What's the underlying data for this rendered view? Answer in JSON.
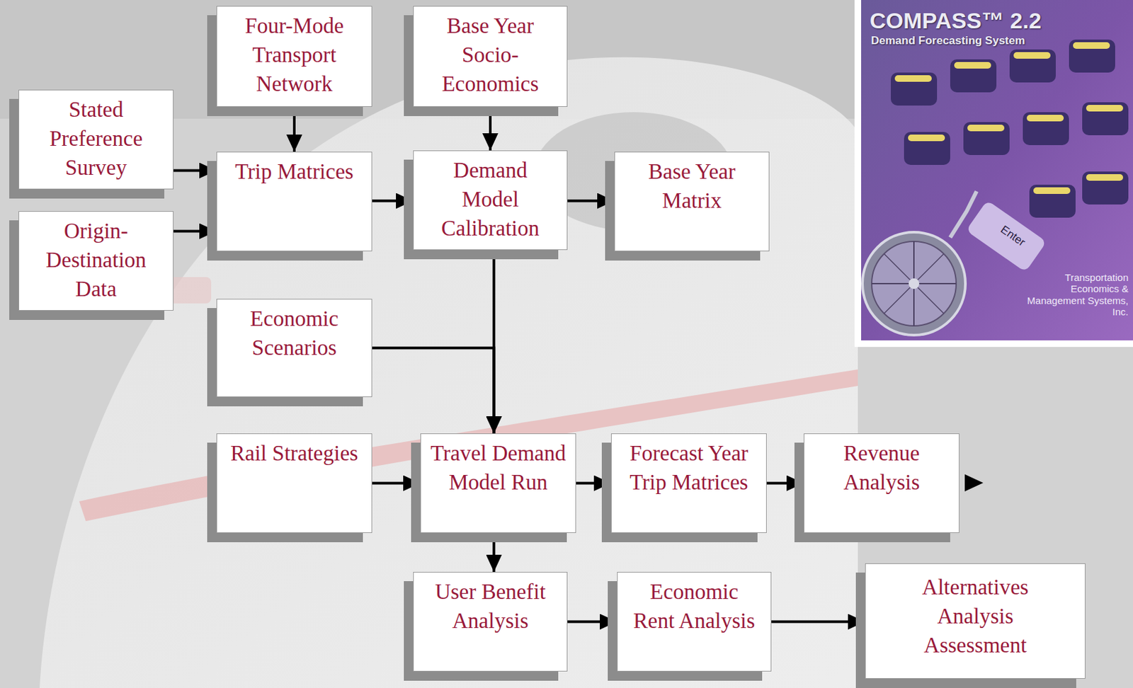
{
  "diagram": {
    "nodes": [
      {
        "text": [
          "Four-Mode Transport Network"
        ]
      },
      {
        "text": [
          "Base Year Socio-Economics"
        ]
      },
      {
        "text": [
          "Stated Preference Survey"
        ]
      },
      {
        "text": [
          "Trip Matrices"
        ]
      },
      {
        "text": [
          "Demand Model Calibration"
        ]
      },
      {
        "text": [
          "Base Year Matrix"
        ]
      },
      {
        "text": [
          "Origin-Destination Data"
        ]
      },
      {
        "text": [
          "Economic Scenarios"
        ]
      },
      {
        "text": [
          "Rail Strategies"
        ]
      },
      {
        "text": [
          "Travel Demand Model Run"
        ]
      },
      {
        "text": [
          "Forecast Year Trip Matrices"
        ]
      },
      {
        "text": [
          "Revenue Analysis"
        ]
      },
      {
        "text": [
          "User Benefit Analysis"
        ]
      },
      {
        "text": [
          "Economic Rent Analysis"
        ]
      },
      {
        "text": [
          "Alternatives Analysis Assessment"
        ]
      }
    ],
    "edges": [
      {
        "from": 0,
        "to": 3,
        "arrow": "to"
      },
      {
        "from": 1,
        "to": 4,
        "arrow": "to"
      },
      {
        "from": 2,
        "to": 3,
        "arrow": "to"
      },
      {
        "from": 6,
        "to": 3,
        "arrow": "to"
      },
      {
        "from": 3,
        "to": 4,
        "arrow": "to"
      },
      {
        "from": 4,
        "to": 5,
        "arrow": "to"
      },
      {
        "from": 4,
        "to": 9,
        "arrow": "to"
      },
      {
        "from": 7,
        "to": 9,
        "arrow": "to"
      },
      {
        "from": 8,
        "to": 9,
        "arrow": "to"
      },
      {
        "from": 9,
        "to": 10,
        "arrow": "to"
      },
      {
        "from": 10,
        "to": 11,
        "arrow": "to"
      },
      {
        "from": 9,
        "to": 12,
        "arrow": "to"
      },
      {
        "from": 12,
        "to": 13,
        "arrow": "to"
      },
      {
        "from": 13,
        "to": 14,
        "arrow": "to"
      }
    ],
    "labels": [
      "COMPASS™ 2.2",
      "Demand Forecasting System",
      "Enter",
      "Transportation Economics & Management Systems, Inc."
    ]
  }
}
